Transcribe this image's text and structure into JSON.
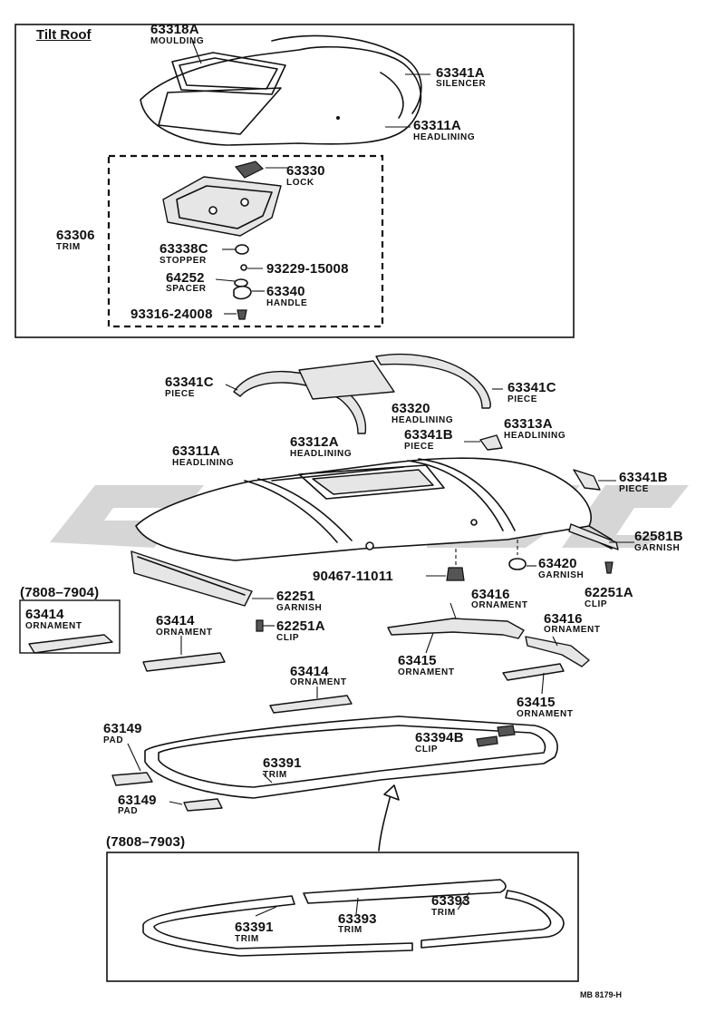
{
  "header": {
    "section_title": "Tilt Roof"
  },
  "parts": {
    "p63318A": {
      "number": "63318A",
      "name": "MOULDING"
    },
    "p63341A": {
      "number": "63341A",
      "name": "SILENCER"
    },
    "p63311A_top": {
      "number": "63311A",
      "name": "HEADLINING"
    },
    "p63330": {
      "number": "63330",
      "name": "LOCK"
    },
    "p63306": {
      "number": "63306",
      "name": "TRIM"
    },
    "p63338C": {
      "number": "63338C",
      "name": "STOPPER"
    },
    "p93229": {
      "number": "93229-15008"
    },
    "p64252": {
      "number": "64252",
      "name": "SPACER"
    },
    "p63340": {
      "number": "63340",
      "name": "HANDLE"
    },
    "p93316": {
      "number": "93316-24008"
    },
    "p63341C_left": {
      "number": "63341C",
      "name": "PIECE"
    },
    "p63341C_right": {
      "number": "63341C",
      "name": "PIECE"
    },
    "p63320": {
      "number": "63320",
      "name": "HEADLINING"
    },
    "p63313A": {
      "number": "63313A",
      "name": "HEADLINING"
    },
    "p63341B_top": {
      "number": "63341B",
      "name": "PIECE"
    },
    "p63311A_mid": {
      "number": "63311A",
      "name": "HEADLINING"
    },
    "p63312A": {
      "number": "63312A",
      "name": "HEADLINING"
    },
    "p63341B_right": {
      "number": "63341B",
      "name": "PIECE"
    },
    "p62581B": {
      "number": "62581B",
      "name": "GARNISH"
    },
    "p90467": {
      "number": "90467-11011"
    },
    "p63420": {
      "number": "63420",
      "name": "GARNISH"
    },
    "p62251A_right": {
      "number": "62251A",
      "name": "CLIP"
    },
    "p62251": {
      "number": "62251",
      "name": "GARNISH"
    },
    "p62251A_left": {
      "number": "62251A",
      "name": "CLIP"
    },
    "p63414_a": {
      "number": "63414",
      "name": "ORNAMENT"
    },
    "p63414_b": {
      "number": "63414",
      "name": "ORNAMENT"
    },
    "p63414_c": {
      "number": "63414",
      "name": "ORNAMENT"
    },
    "p63416_a": {
      "number": "63416",
      "name": "ORNAMENT"
    },
    "p63416_b": {
      "number": "63416",
      "name": "ORNAMENT"
    },
    "p63415_a": {
      "number": "63415",
      "name": "ORNAMENT"
    },
    "p63415_b": {
      "number": "63415",
      "name": "ORNAMENT"
    },
    "p63149_a": {
      "number": "63149",
      "name": "PAD"
    },
    "p63149_b": {
      "number": "63149",
      "name": "PAD"
    },
    "p63391_a": {
      "number": "63391",
      "name": "TRIM"
    },
    "p63394B": {
      "number": "63394B",
      "name": "CLIP"
    },
    "p63391_b": {
      "number": "63391",
      "name": "TRIM"
    },
    "p63393_a": {
      "number": "63393",
      "name": "TRIM"
    },
    "p63393_b": {
      "number": "63393",
      "name": "TRIM"
    }
  },
  "date_ranges": {
    "ornament_box": "(7808–7904)",
    "trim_box": "(7808–7903)"
  },
  "footer": {
    "drawing_code": "MB 8179-H"
  }
}
